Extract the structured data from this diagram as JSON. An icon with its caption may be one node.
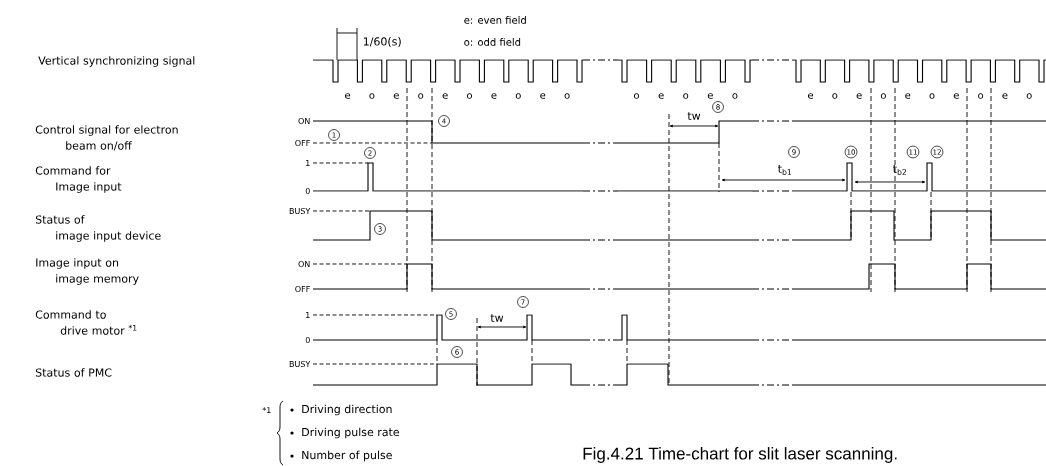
{
  "diagram": {
    "caption": "Fig.4.21  Time-chart for slit laser scanning.",
    "labels": [
      "e: even field",
      "1/60(s)",
      "o: odd field",
      "Vertical synchronizing signal",
      "e",
      "o",
      "e",
      "o",
      "e",
      "o",
      "e",
      "o",
      "e",
      "o",
      "o",
      "e",
      "o",
      "e",
      "o",
      "e",
      "o",
      "e",
      "o",
      "e",
      "o",
      "e",
      "o",
      "e",
      "o",
      "Control signal for electron beam on/off",
      "ON",
      "1",
      "OFF",
      "4",
      "8",
      "tw",
      "Command for Image input",
      "2",
      "9",
      "10",
      "11",
      "12",
      "1",
      "t$_{b1}$",
      "t$_{b2}$",
      "0",
      "Status of image input device",
      "BUSY",
      "3",
      "Image input on image memory",
      "ON",
      "OFF",
      "Command to drive motor $^{*1}$",
      "1",
      "5",
      "tw",
      "7",
      "0",
      "6",
      "BUSY",
      "Status of PMC",
      "*1",
      "Driving direction",
      "Driving pulse rate",
      "Number of pulse"
    ]
  }
}
